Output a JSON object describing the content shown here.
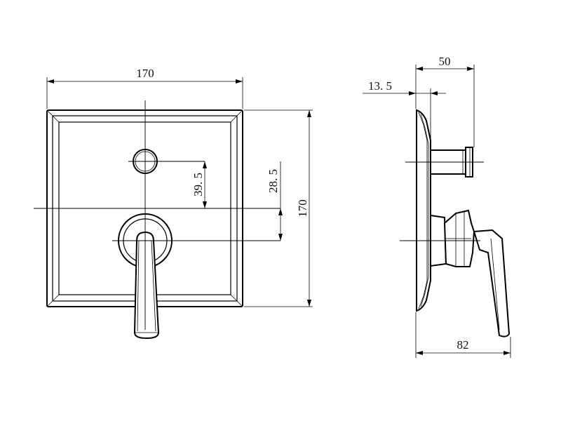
{
  "drawing": {
    "front_view": {
      "width_dim": "170",
      "height_dim": "170",
      "upper_offset_dim": "39. 5",
      "lower_offset_dim": "28. 5"
    },
    "side_view": {
      "depth_dim": "50",
      "plate_dim": "13. 5",
      "total_depth_dim": "82"
    },
    "colors": {
      "line": "#000000",
      "background": "#ffffff"
    }
  }
}
